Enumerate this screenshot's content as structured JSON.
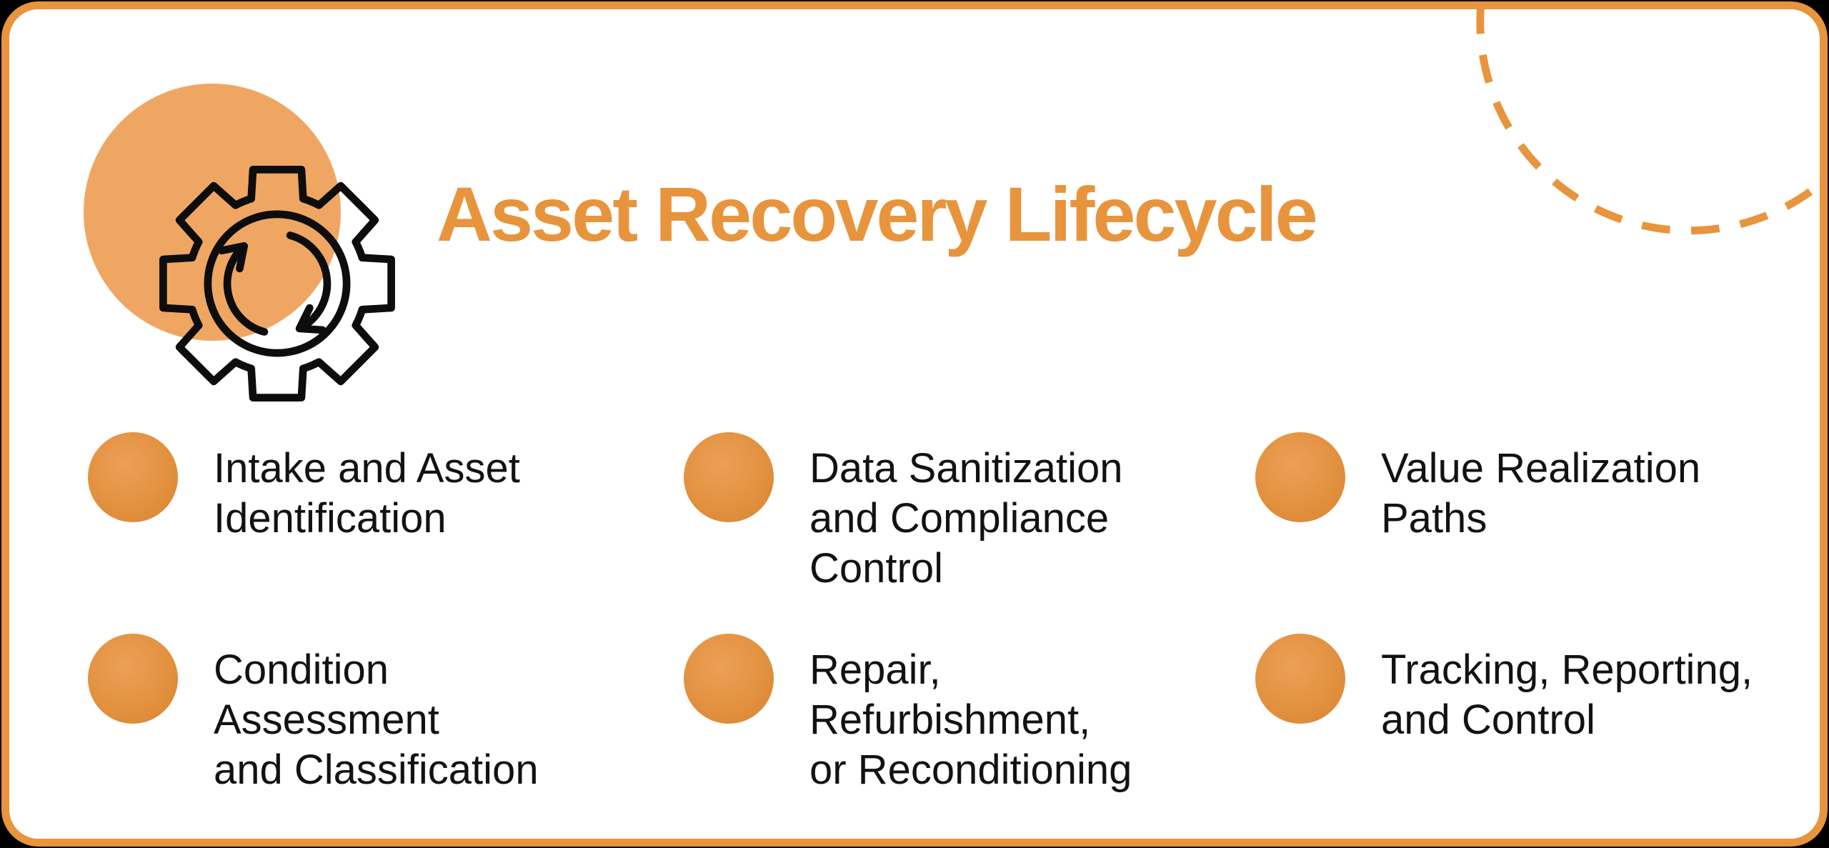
{
  "title": "Asset Recovery Lifecycle",
  "icon": "gear-cycle-icon",
  "items": [
    {
      "label": "Intake and Asset\nIdentification"
    },
    {
      "label": "Data Sanitization\nand Compliance\nControl"
    },
    {
      "label": "Value Realization\nPaths"
    },
    {
      "label": "Condition\nAssessment\nand Classification"
    },
    {
      "label": "Repair,\nRefurbishment,\nor Reconditioning"
    },
    {
      "label": "Tracking, Reporting,\nand Control"
    }
  ],
  "colors": {
    "accent": "#E8943D",
    "circle_fill": "#F0A663",
    "bullet_light": "#ECA058",
    "bullet_mid": "#E2913F",
    "bullet_dark": "#D8842F",
    "text": "#121212",
    "card_bg": "#FFFFFF",
    "page_bg": "#000000"
  }
}
